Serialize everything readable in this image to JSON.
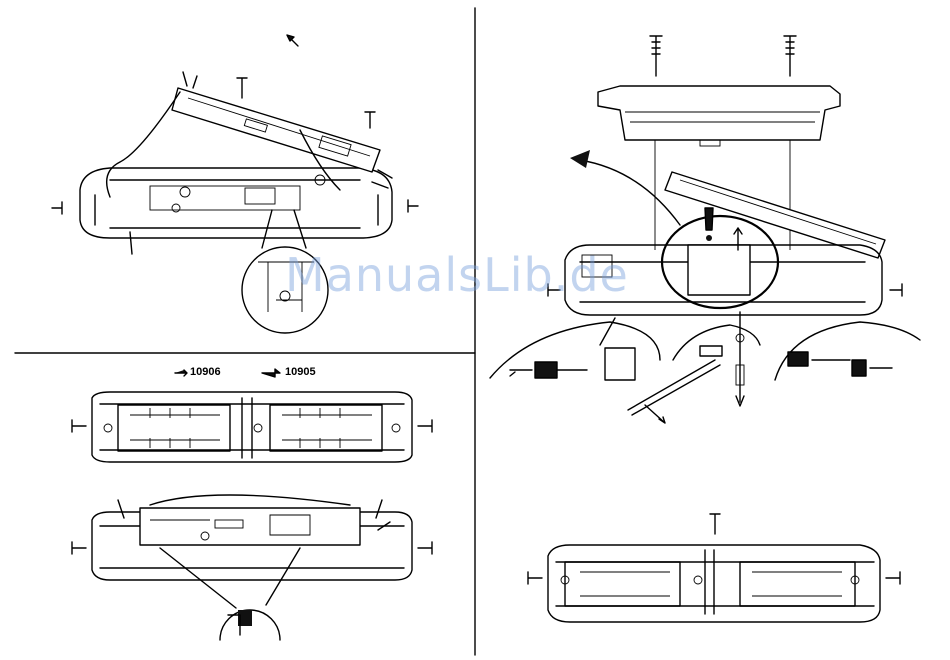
{
  "labels": {
    "part_a": "10906",
    "part_b": "10905"
  },
  "watermark": "ManualsLib.de",
  "colors": {
    "line": "#000000",
    "background": "#ffffff",
    "watermark": "#78a0dc"
  }
}
